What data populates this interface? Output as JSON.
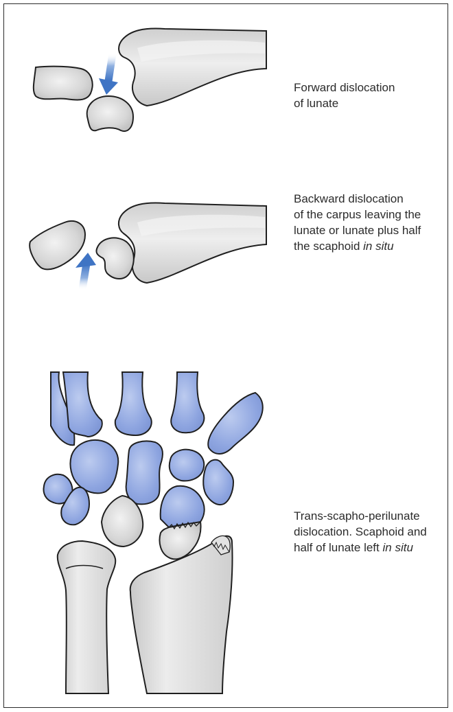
{
  "colors": {
    "bone_grey": "#d4d4d4",
    "bone_grey_light": "#eeeeee",
    "bone_blue": "#8ea5e0",
    "bone_blue_light": "#b3c4ee",
    "arrow_blue": "#3f74c4",
    "outline": "#1f1f1f",
    "frame": "#2a2a2a"
  },
  "panels": [
    {
      "caption_lines": [
        "Forward dislocation",
        "of lunate"
      ],
      "arrow": "arrow-down-icon"
    },
    {
      "caption_lines": [
        "Backward dislocation",
        "of the carpus leaving the",
        "lunate or lunate plus half",
        "the scaphoid "
      ],
      "caption_italic": "in situ",
      "arrow": "arrow-up-icon"
    },
    {
      "caption_lines": [
        "Trans-scapho-perilunate",
        "dislocation. Scaphoid and",
        "half of lunate left "
      ],
      "caption_italic": "in situ"
    }
  ]
}
